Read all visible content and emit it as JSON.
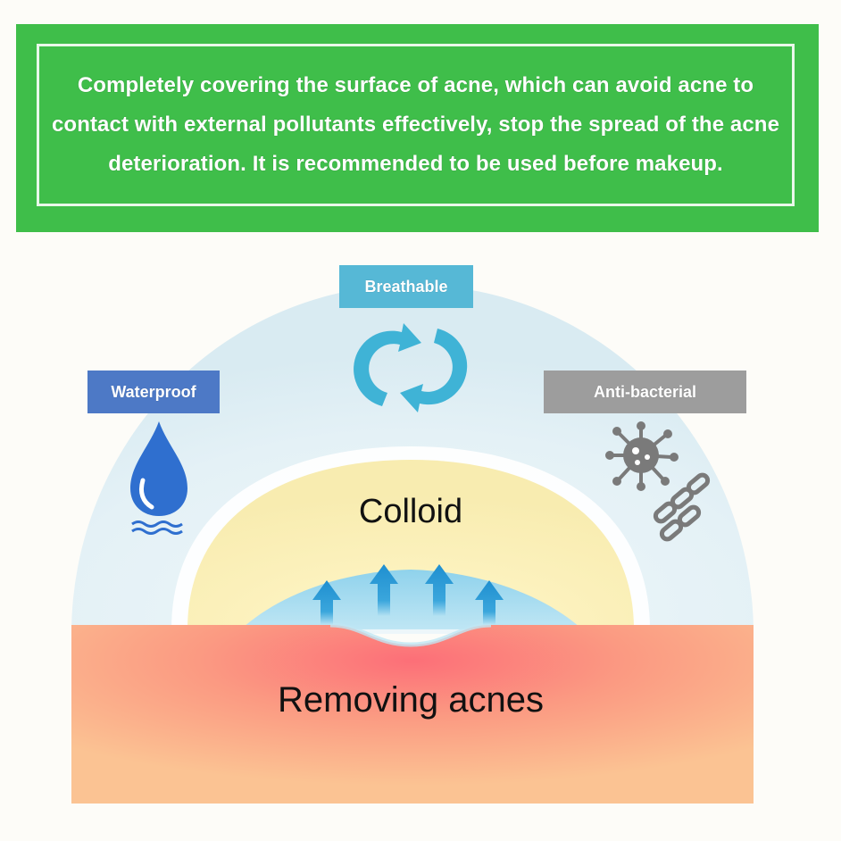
{
  "banner": {
    "text": "Completely covering the surface of acne, which can avoid acne to contact with external pollutants effectively, stop the spread of the acne deterioration. It is recommended to be used before makeup."
  },
  "tags": {
    "breathable": "Breathable",
    "waterproof": "Waterproof",
    "antibacterial": "Anti-bacterial"
  },
  "labels": {
    "colloid": "Colloid",
    "removing": "Removing acnes"
  },
  "icons": {
    "breathable": "refresh-arrows-icon",
    "waterproof": "water-drop-icon",
    "antibacterial": "virus-bacteria-icon",
    "upward": "up-arrow-icon"
  },
  "colors": {
    "banner": "#3fbe4a",
    "breathable": "#56b8d6",
    "waterproof": "#4d79c6",
    "antibacterial": "#9d9d9d",
    "dome": "#dcecf2",
    "colloid": "#faefb5",
    "skin": "#f9b58a",
    "acne_center": "#fb7e80"
  }
}
